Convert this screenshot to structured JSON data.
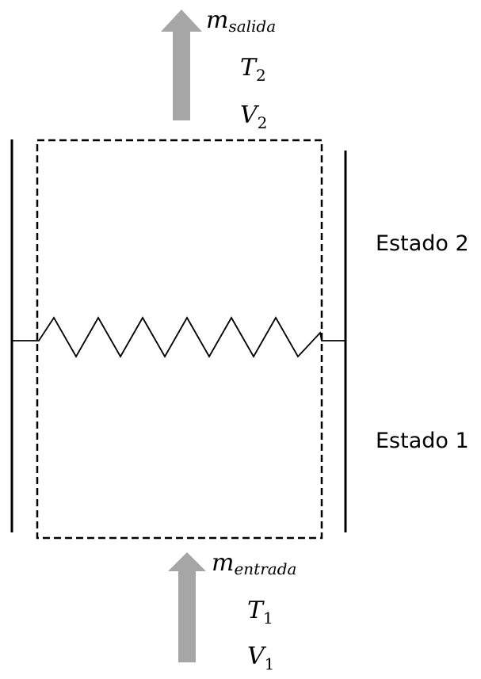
{
  "outlet": {
    "mass_symbol": "m",
    "mass_subscript": "salida",
    "temp_symbol": "T",
    "temp_subscript": "2",
    "vol_symbol": "V",
    "vol_subscript": "2"
  },
  "inlet": {
    "mass_symbol": "m",
    "mass_subscript": "entrada",
    "temp_symbol": "T",
    "temp_subscript": "1",
    "vol_symbol": "V",
    "vol_subscript": "1"
  },
  "states": {
    "upper": "Estado 2",
    "lower": "Estado 1"
  },
  "colors": {
    "arrow": "#a6a6a6",
    "lines": "#000000"
  }
}
